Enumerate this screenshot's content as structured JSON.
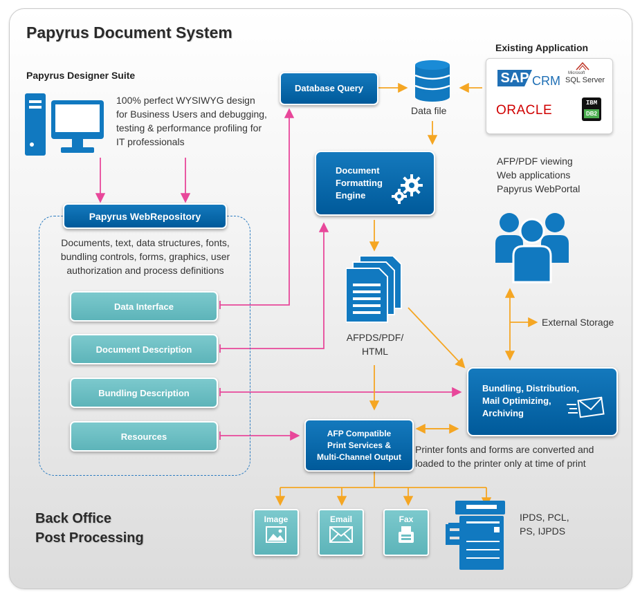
{
  "title": "Papyrus Document System",
  "designer": {
    "label": "Papyrus Designer Suite",
    "description": "100% perfect WYSIWYG design for Business Users and debugging, testing & performance profiling  for IT professionals"
  },
  "repository": {
    "label": "Papyrus WebRepository",
    "description": "Documents, text, data structures, fonts, bundling controls, forms, graphics, user authorization and process definitions",
    "items": [
      "Data Interface",
      "Document Description",
      "Bundling Description",
      "Resources"
    ]
  },
  "database_query": "Database Query",
  "data_file": "Data file",
  "existing_app": {
    "label": "Existing Application",
    "sap": "SAP",
    "crm": "CRM",
    "sql_small": "Microsoft",
    "sql": "SQL Server",
    "oracle": "ORACLE",
    "ibm": "IBM",
    "db2": "DB2"
  },
  "formatting_engine": [
    "Document",
    "Formatting",
    "Engine"
  ],
  "viewing": "AFP/PDF viewing\nWeb applications\nPapyrus WebPortal",
  "afpds": "AFPDS/PDF/\nHTML",
  "external_storage": "External Storage",
  "bundling": [
    "Bundling, Distribution,",
    "Mail Optimizing,",
    "Archiving"
  ],
  "afp_print": [
    "AFP Compatible",
    "Print Services &",
    "Multi-Channel Output"
  ],
  "printer_note": "Printer fonts and forms are converted and loaded to the printer only at time of print",
  "back_office": [
    "Back Office",
    "Post Processing"
  ],
  "outputs": {
    "image": "Image",
    "email": "Email",
    "fax": "Fax",
    "printer_formats": "IPDS, PCL,\nPS, IJPDS"
  },
  "colors": {
    "blue": "#0a6cb0",
    "teal": "#6dbfc3",
    "orange_arrow": "#f5a623",
    "pink_arrow": "#e8479a"
  }
}
